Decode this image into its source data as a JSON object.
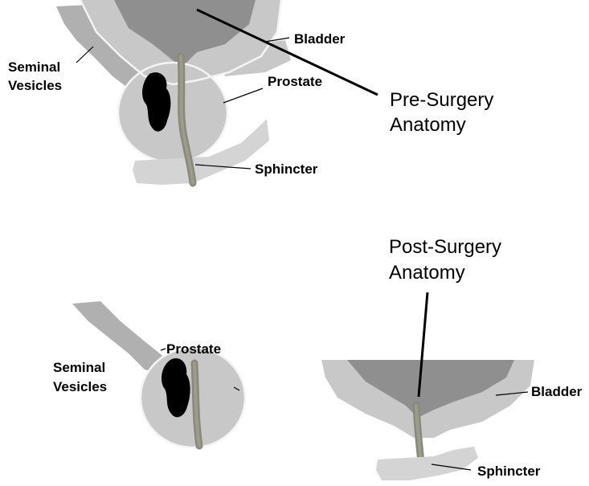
{
  "pre_surgery": {
    "title_line1": "Pre-Surgery",
    "title_line2": "Anatomy",
    "labels": {
      "bladder": "Bladder",
      "seminal_vesicles_line1": "Seminal",
      "seminal_vesicles_line2": "Vesicles",
      "prostate": "Prostate",
      "sphincter": "Sphincter"
    }
  },
  "post_surgery": {
    "title_line1": "Post-Surgery",
    "title_line2": "Anatomy",
    "removed_labels": {
      "prostate": "Prostate",
      "seminal_vesicles_line1": "Seminal",
      "seminal_vesicles_line2": "Vesicles"
    },
    "labels": {
      "bladder": "Bladder",
      "sphincter": "Sphincter"
    }
  },
  "colors": {
    "tissue_dark": "#8f8f8f",
    "tissue_mid": "#b0b0b0",
    "tissue_light": "#c8c8c8",
    "tumor": "#000000",
    "outline": "#f4f4f4"
  }
}
